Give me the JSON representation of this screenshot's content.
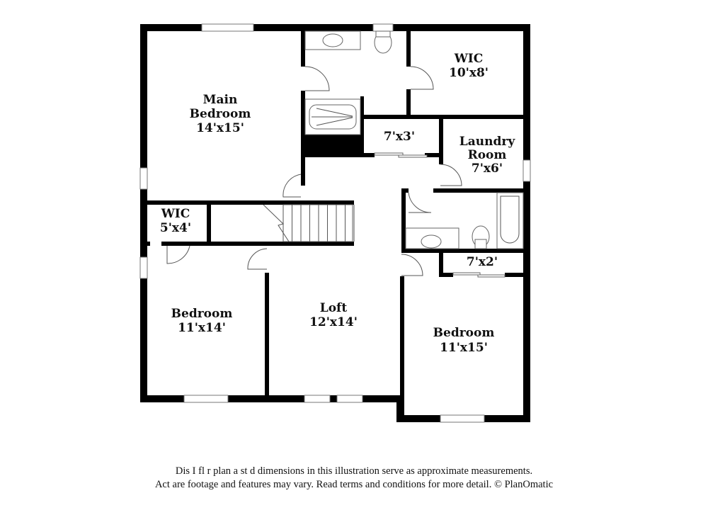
{
  "floorplan": {
    "rooms": [
      {
        "id": "main-bedroom",
        "name_lines": [
          "Main",
          "Bedroom"
        ],
        "dimensions": "14'x15'"
      },
      {
        "id": "wic-main",
        "name_lines": [
          "WIC"
        ],
        "dimensions": "10'x8'"
      },
      {
        "id": "closet-7x3",
        "name_lines": [],
        "dimensions": "7'x3'"
      },
      {
        "id": "laundry-room",
        "name_lines": [
          "Laundry",
          "Room"
        ],
        "dimensions": "7'x6'"
      },
      {
        "id": "wic-small",
        "name_lines": [
          "WIC"
        ],
        "dimensions": "5'x4'"
      },
      {
        "id": "closet-7x2",
        "name_lines": [],
        "dimensions": "7'x2'"
      },
      {
        "id": "bedroom-left",
        "name_lines": [
          "Bedroom"
        ],
        "dimensions": "11'x14'"
      },
      {
        "id": "loft",
        "name_lines": [
          "Loft"
        ],
        "dimensions": "12'x14'"
      },
      {
        "id": "bedroom-right",
        "name_lines": [
          "Bedroom"
        ],
        "dimensions": "11'x15'"
      }
    ]
  },
  "labels": {
    "main_bedroom_l1": "Main",
    "main_bedroom_l2": "Bedroom",
    "main_bedroom_dim": "14'x15'",
    "wic_main_l1": "WIC",
    "wic_main_dim": "10'x8'",
    "closet_7x3_dim": "7'x3'",
    "laundry_l1": "Laundry",
    "laundry_l2": "Room",
    "laundry_dim": "7'x6'",
    "wic_small_l1": "WIC",
    "wic_small_dim": "5'x4'",
    "closet_7x2_dim": "7'x2'",
    "bedroom_left_l1": "Bedroom",
    "bedroom_left_dim": "11'x14'",
    "loft_l1": "Loft",
    "loft_dim": "12'x14'",
    "bedroom_right_l1": "Bedroom",
    "bedroom_right_dim": "11'x15'"
  },
  "disclaimer": {
    "line1": "Dis    I  fl  r  plan a  st  d dimensions in this illustration serve as approximate measurements.",
    "line2": "Act    are footage and features may vary. Read terms and conditions for more detail. © PlanOmatic"
  }
}
